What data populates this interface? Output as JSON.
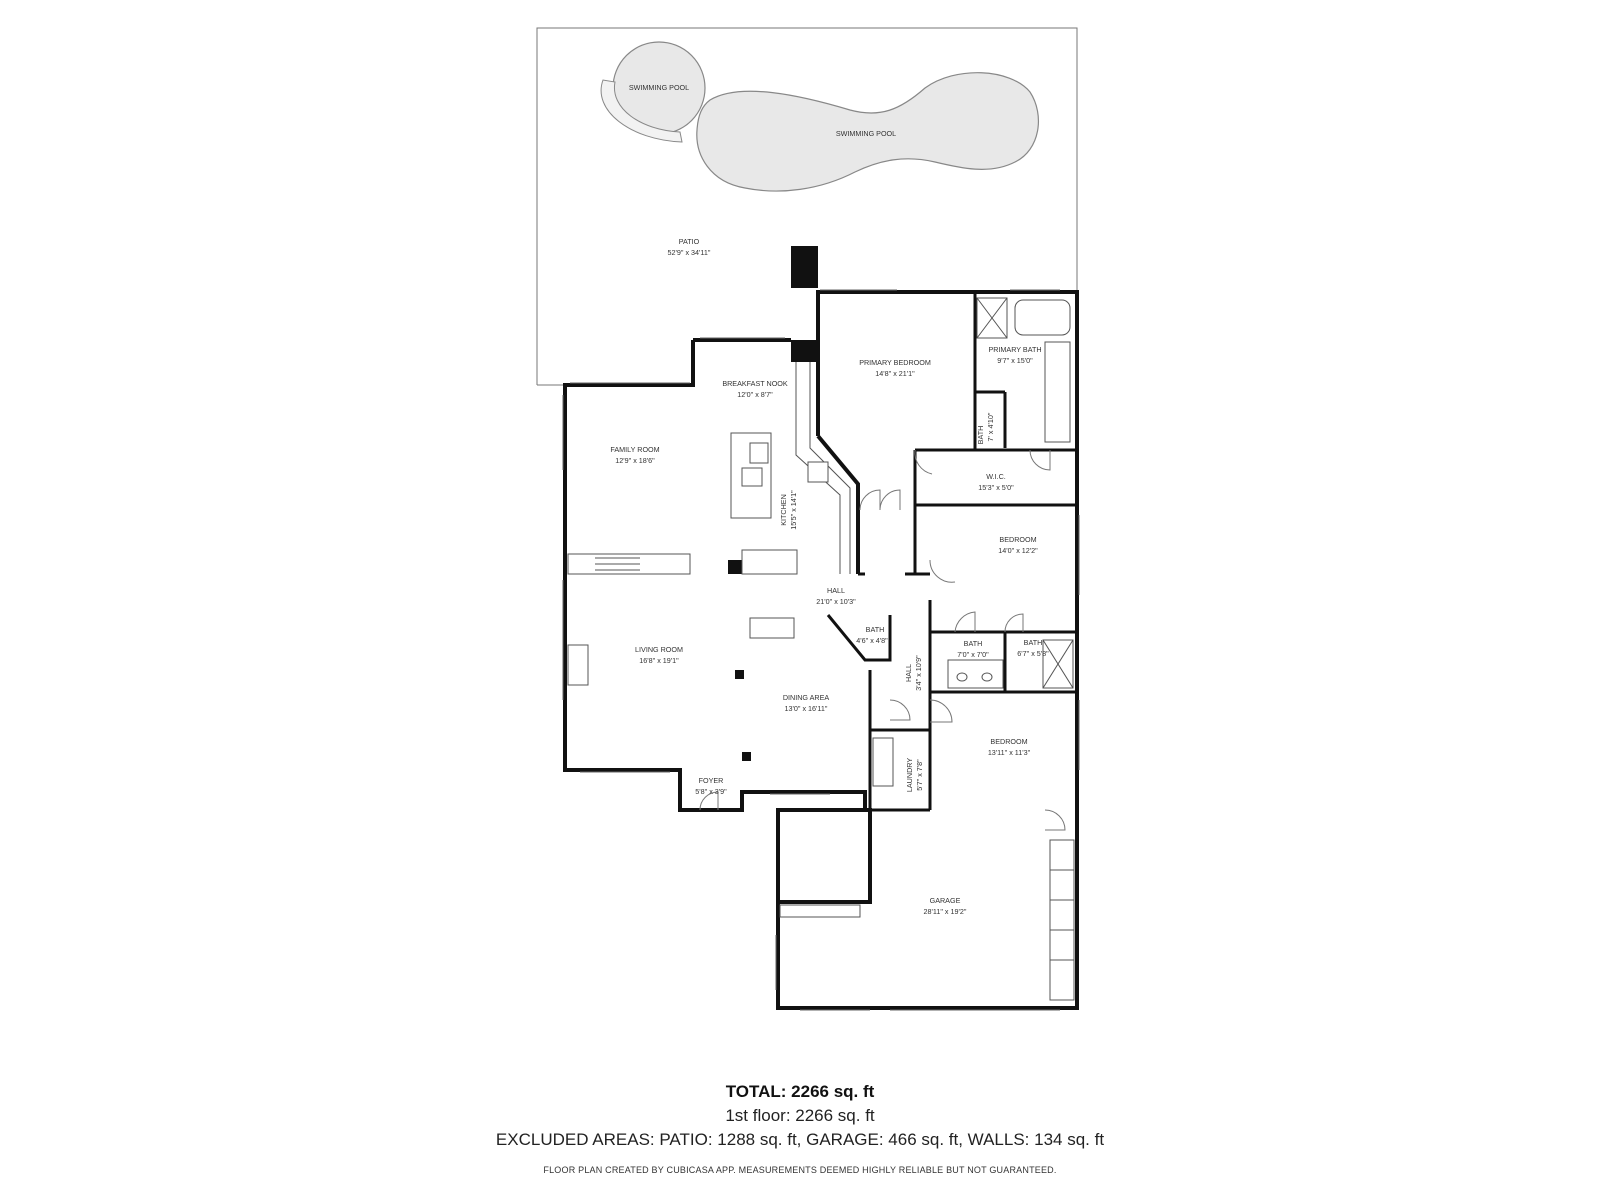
{
  "rooms": {
    "pool_small": {
      "name": "SWIMMING POOL"
    },
    "pool_large": {
      "name": "SWIMMING POOL"
    },
    "patio": {
      "name": "PATIO",
      "dims": "52'9\" x 34'11\""
    },
    "primary_bedroom": {
      "name": "PRIMARY BEDROOM",
      "dims": "14'8\" x 21'1\""
    },
    "primary_bath": {
      "name": "PRIMARY BATH",
      "dims": "9'7\" x 15'0\""
    },
    "bath_small": {
      "name": "BATH",
      "dims": "7' x 4'10\""
    },
    "wic": {
      "name": "W.I.C.",
      "dims": "15'3\" x 5'0\""
    },
    "breakfast_nook": {
      "name": "BREAKFAST NOOK",
      "dims": "12'0\" x 8'7\""
    },
    "family_room": {
      "name": "FAMILY ROOM",
      "dims": "12'9\" x 18'6\""
    },
    "kitchen": {
      "name": "KITCHEN",
      "dims": "15'5\" x 14'1\""
    },
    "bedroom_1": {
      "name": "BEDROOM",
      "dims": "14'0\" x 12'2\""
    },
    "hall_main": {
      "name": "HALL",
      "dims": "21'0\" x 10'3\""
    },
    "bath_hall": {
      "name": "BATH",
      "dims": "4'6\" x 4'8\""
    },
    "bath_2": {
      "name": "BATH",
      "dims": "7'0\" x 7'0\""
    },
    "bath_3": {
      "name": "BATH",
      "dims": "6'7\" x 5'8\""
    },
    "living_room": {
      "name": "LIVING ROOM",
      "dims": "16'8\" x 19'1\""
    },
    "hall_side": {
      "name": "HALL",
      "dims": "3'4\" x 10'9\""
    },
    "dining_area": {
      "name": "DINING AREA",
      "dims": "13'0\" x 16'11\""
    },
    "bedroom_2": {
      "name": "BEDROOM",
      "dims": "13'11\" x 11'3\""
    },
    "laundry": {
      "name": "LAUNDRY",
      "dims": "5'7\" x 7'8\""
    },
    "foyer": {
      "name": "FOYER",
      "dims": "5'8\" x 3'9\""
    },
    "garage": {
      "name": "GARAGE",
      "dims": "28'11\" x 19'2\""
    }
  },
  "summary": {
    "total": "TOTAL: 2266 sq. ft",
    "floor": "1st floor: 2266 sq. ft",
    "excluded": "EXCLUDED AREAS: PATIO: 1288 sq. ft, GARAGE: 466 sq. ft, WALLS: 134 sq. ft",
    "credit": "FLOOR PLAN CREATED BY CUBICASA APP. MEASUREMENTS DEEMED HIGHLY RELIABLE BUT NOT GUARANTEED."
  }
}
